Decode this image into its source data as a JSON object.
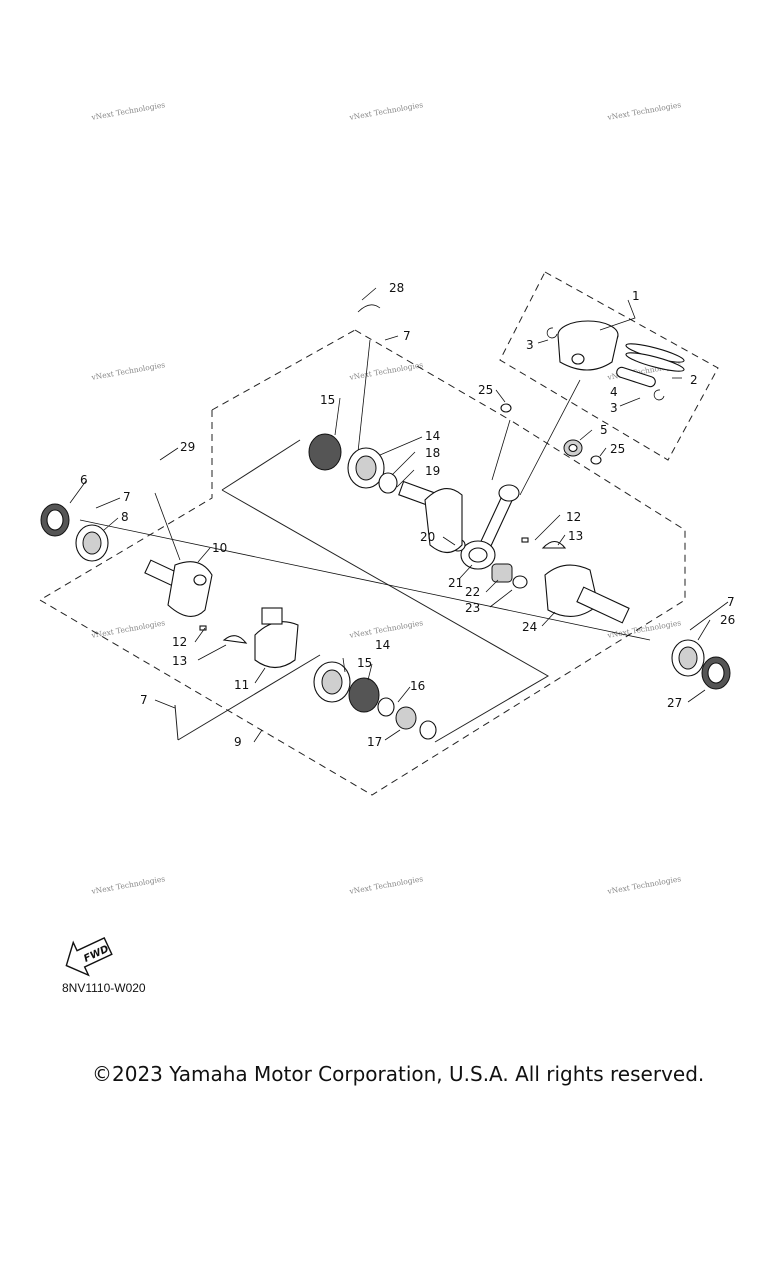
{
  "drawing_code": "8NV1110-W020",
  "copyright": "©2023 Yamaha Motor Corporation, U.S.A. All rights reserved.",
  "fwd_label": "FWD",
  "watermark_text": "vNext Technologies",
  "icons": {
    "fwd_arrow": "fwd-arrow-icon"
  },
  "callouts": {
    "c1": "1",
    "c2": "2",
    "c3a": "3",
    "c3b": "3",
    "c4": "4",
    "c5": "5",
    "c6": "6",
    "c7a": "7",
    "c7b": "7",
    "c7c": "7",
    "c7d": "7",
    "c8": "8",
    "c9": "9",
    "c10": "10",
    "c11": "11",
    "c12a": "12",
    "c12b": "12",
    "c13a": "13",
    "c13b": "13",
    "c14a": "14",
    "c14b": "14",
    "c15a": "15",
    "c15b": "15",
    "c16": "16",
    "c17": "17",
    "c18": "18",
    "c19": "19",
    "c20": "20",
    "c21": "21",
    "c22": "22",
    "c23": "23",
    "c24": "24",
    "c25a": "25",
    "c25b": "25",
    "c26": "26",
    "c27": "27",
    "c28": "28",
    "c29": "29"
  }
}
